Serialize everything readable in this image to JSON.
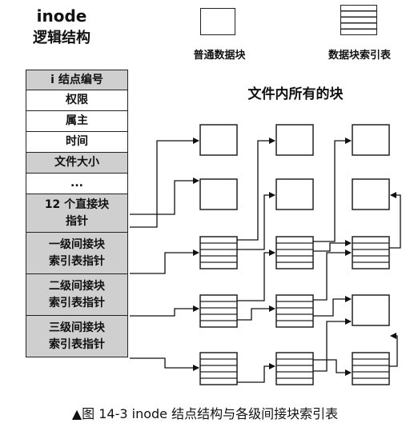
{
  "header": {
    "title": "inode",
    "subtitle": "逻辑结构"
  },
  "legend": {
    "data_block_label": "普通数据块",
    "index_block_label": "数据块索引表"
  },
  "files_title": "文件内所有的块",
  "inode_rows": [
    {
      "label": "i 结点编号",
      "shaded": true
    },
    {
      "label": "权限",
      "shaded": false
    },
    {
      "label": "属主",
      "shaded": false
    },
    {
      "label": "时间",
      "shaded": false
    },
    {
      "label": "文件大小",
      "shaded": true
    },
    {
      "label": "...",
      "shaded": false
    },
    {
      "label": "12 个直接块\n指针",
      "shaded": true
    },
    {
      "label": "一级间接块\n索引表指针",
      "shaded": true
    },
    {
      "label": "二级间接块\n索引表指针",
      "shaded": true
    },
    {
      "label": "三级间接块\n索引表指针",
      "shaded": true
    }
  ],
  "caption": "▲图 14-3    inode 结点结构与各级间接块索引表",
  "colors": {
    "border": "#222222",
    "shade": "#cfcfcf",
    "background": "#ffffff"
  }
}
